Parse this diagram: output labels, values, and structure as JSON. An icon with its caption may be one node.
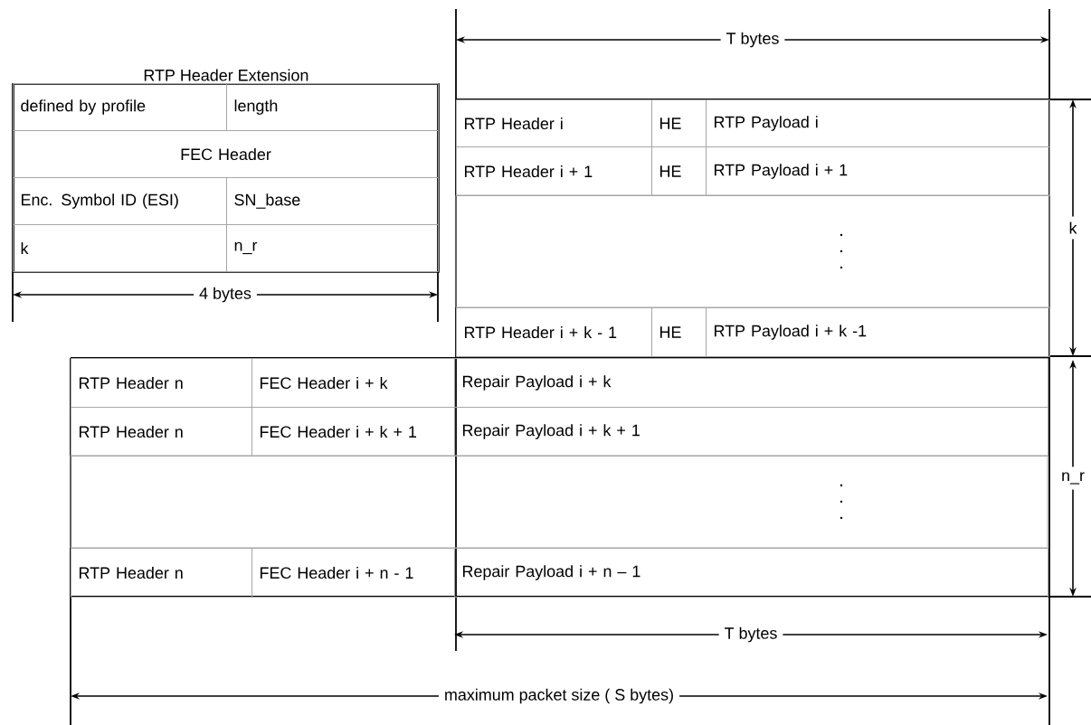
{
  "diagram": {
    "nodes": [
      {
        "text": [
          "RTP Header Extension"
        ]
      },
      {
        "text": [
          "defined by profile"
        ],
        "in": 0
      },
      {
        "text": [
          "length"
        ],
        "in": 0
      },
      {
        "text": [
          "FEC Header"
        ],
        "in": 0
      },
      {
        "text": [
          "Enc. Symbol ID (ESI)"
        ],
        "in": 0
      },
      {
        "text": [
          "SN_base"
        ],
        "in": 0
      },
      {
        "text": [
          "k"
        ],
        "in": 0
      },
      {
        "text": [
          "n_r"
        ],
        "in": 0
      },
      {
        "text": [
          "RTP Header i"
        ]
      },
      {
        "text": [
          "HE"
        ]
      },
      {
        "text": [
          "RTP Payload i"
        ]
      },
      {
        "text": [
          "RTP Header i + 1"
        ]
      },
      {
        "text": [
          "HE"
        ]
      },
      {
        "text": [
          "RTP Payload i + 1"
        ]
      },
      {
        "text": [
          "RTP Header i + k - 1"
        ]
      },
      {
        "text": [
          "HE"
        ]
      },
      {
        "text": [
          "RTP Payload i + k -1"
        ]
      },
      {
        "text": [
          "RTP Header n"
        ]
      },
      {
        "text": [
          "FEC Header i + k"
        ]
      },
      {
        "text": [
          "Repair Payload i + k"
        ]
      },
      {
        "text": [
          "RTP Header n"
        ]
      },
      {
        "text": [
          "FEC Header i + k + 1"
        ]
      },
      {
        "text": [
          "Repair Payload i + k + 1"
        ]
      },
      {
        "text": [
          "RTP Header n"
        ]
      },
      {
        "text": [
          "FEC Header i + n - 1"
        ]
      },
      {
        "text": [
          "Repair Payload i + n – 1"
        ]
      }
    ],
    "labels": [
      "T bytes",
      "4 bytes",
      "k",
      "n_r",
      "T bytes",
      "maximum packet size ( S bytes)"
    ]
  }
}
